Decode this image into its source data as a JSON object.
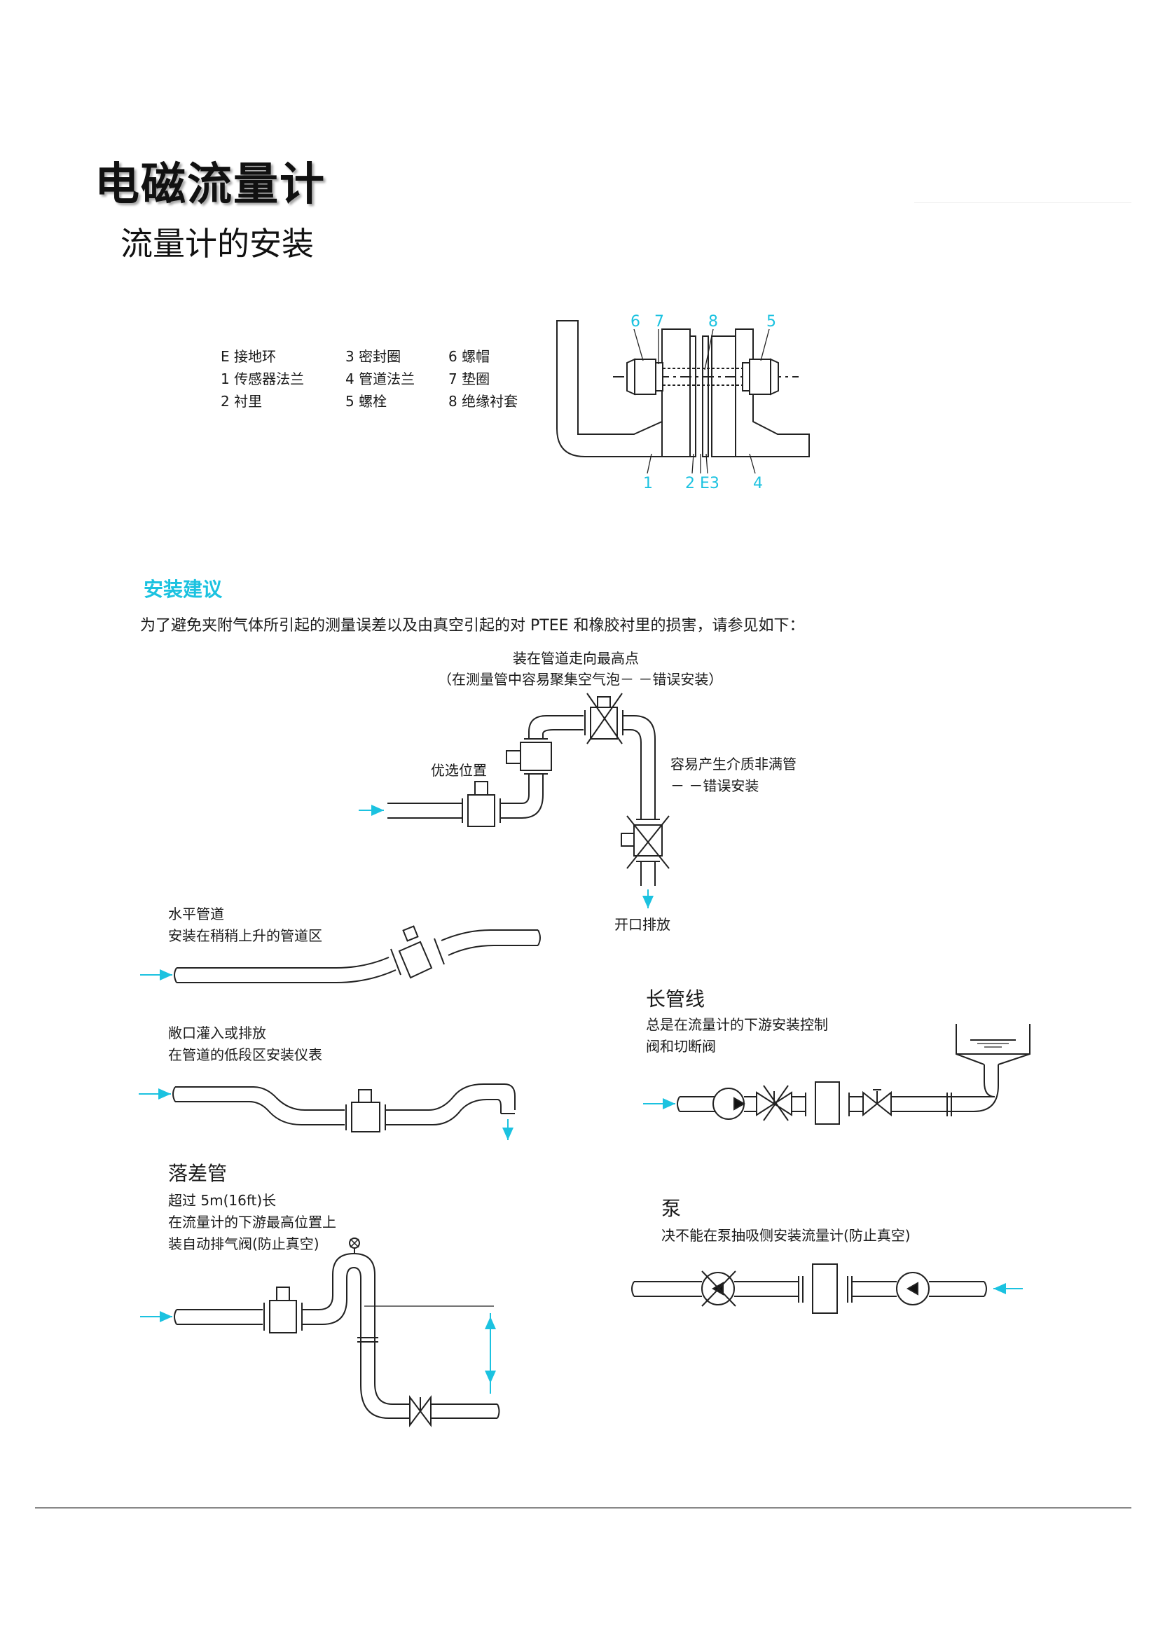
{
  "header": {
    "title": "电磁流量计",
    "subtitle": "流量计的安装"
  },
  "legend": {
    "col1": [
      "E 接地环",
      "1 传感器法兰",
      "2 衬里"
    ],
    "col2": [
      "3 密封圈",
      "4 管道法兰",
      "5 螺栓"
    ],
    "col3": [
      "6 螺帽",
      "7 垫圈",
      "8 绝缘衬套"
    ]
  },
  "flange_diagram": {
    "top_numbers": [
      "6",
      "7",
      "8",
      "5"
    ],
    "bottom_numbers": [
      "1",
      "2 E3",
      "4"
    ]
  },
  "section": {
    "heading": "安装建议",
    "intro": "为了避免夹附气体所引起的测量误差以及由真空引起的对 PTEE 和橡胶衬里的损害，请参见如下："
  },
  "diagram_top": {
    "highpoint_line1": "装在管道走向最高点",
    "highpoint_line2": "（在测量管中容易聚集空气泡－ －错误安装）",
    "preferred": "优选位置",
    "not_full_line1": "容易产生介质非满管",
    "not_full_line2": "－ －错误安装",
    "open_drain": "开口排放"
  },
  "horizontal": {
    "line1": "水平管道",
    "line2": "安装在稍稍上升的管道区"
  },
  "open_feed": {
    "line1": "敞口灌入或排放",
    "line2": "在管道的低段区安装仪表"
  },
  "drop_pipe": {
    "heading": "落差管",
    "line1": "超过 5m(16ft)长",
    "line2": "在流量计的下游最高位置上",
    "line3": "装自动排气阀(防止真空)"
  },
  "long_line": {
    "heading": "长管线",
    "line1": "总是在流量计的下游安装控制",
    "line2": "阀和切断阀"
  },
  "pump": {
    "heading": "泵",
    "line1": "决不能在泵抽吸侧安装流量计(防止真空)"
  },
  "colors": {
    "accent": "#1bc2e0",
    "text": "#1a1a1a",
    "line": "#222222"
  }
}
